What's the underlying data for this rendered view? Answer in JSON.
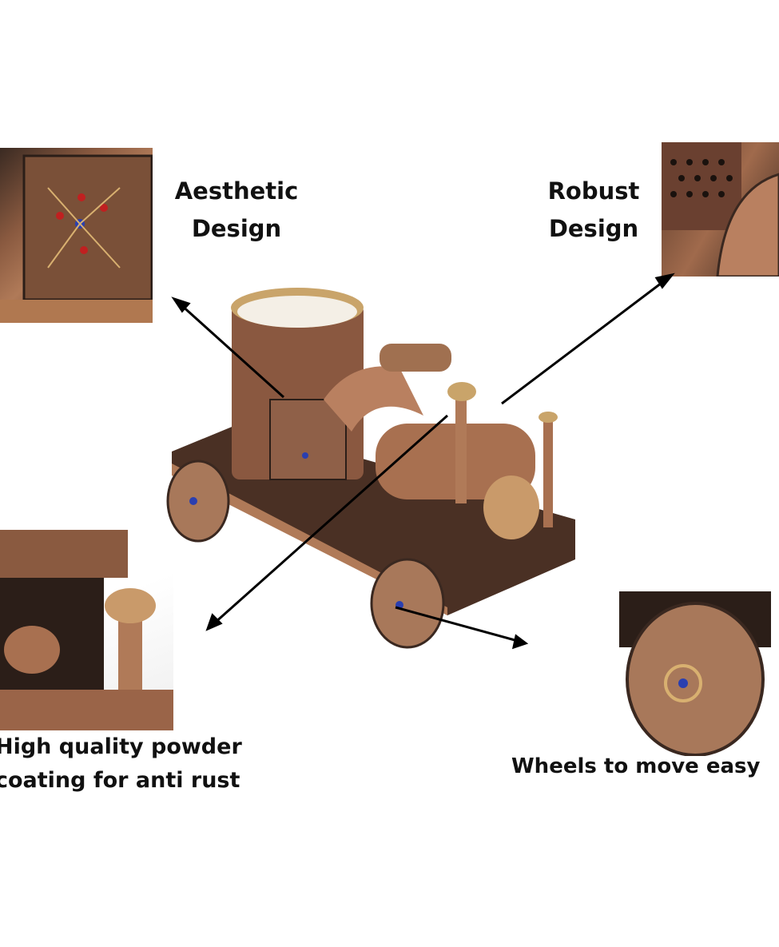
{
  "features": {
    "aesthetic": {
      "line1": "Aesthetic",
      "line2": "Design"
    },
    "robust": {
      "line1": "Robust",
      "line2": "Design"
    },
    "coating": {
      "line1": "High quality powder",
      "line2": "coating for anti rust"
    },
    "wheels": {
      "line1": "Wheels to move easy"
    }
  },
  "colors": {
    "copper": "#a0684a",
    "dark": "#2b1e18",
    "brass": "#c9a46a",
    "arrow": "#000000"
  }
}
